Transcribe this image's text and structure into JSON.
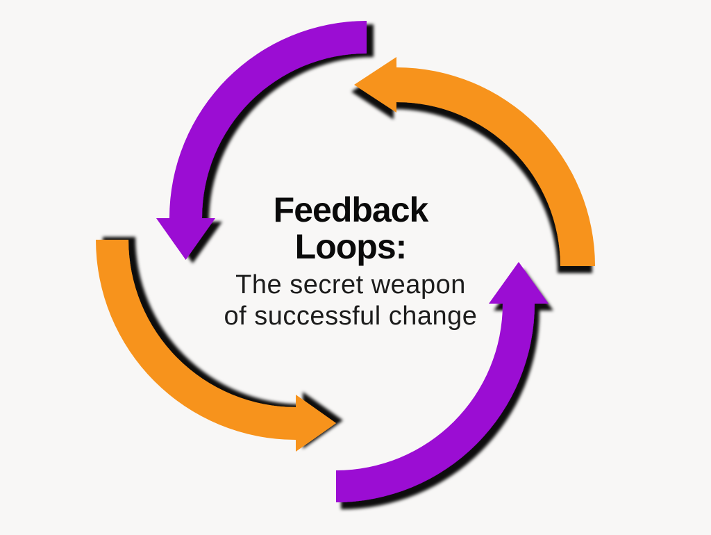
{
  "page": {
    "background": "#F8F7F6"
  },
  "title": {
    "lines": [
      "Feedback",
      "Loops:"
    ],
    "color": "#0A0A0A"
  },
  "subtitle": {
    "lines": [
      "The secret weapon",
      "of successful change"
    ],
    "color": "#1C1C1C"
  },
  "diagram": {
    "type": "cycle",
    "direction": "counterclockwise",
    "arrow_colors": {
      "purple": "#9B07D3",
      "orange": "#F7931E",
      "shadow": "#000000"
    },
    "arrows": [
      {
        "name": "purple-arc-top-left",
        "color": "#9B07D3",
        "points": "down"
      },
      {
        "name": "orange-arc-top-right",
        "color": "#F7931E",
        "points": "left"
      },
      {
        "name": "orange-arc-bottom-left",
        "color": "#F7931E",
        "points": "right"
      },
      {
        "name": "purple-arc-bottom-right",
        "color": "#9B07D3",
        "points": "up"
      }
    ]
  }
}
